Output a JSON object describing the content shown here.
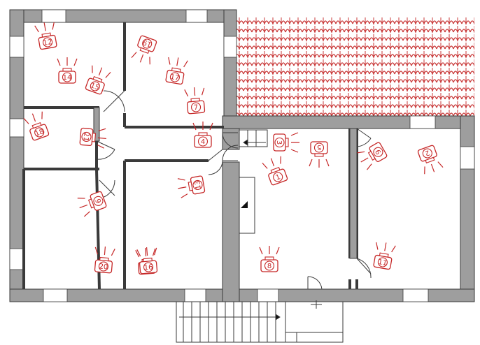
{
  "colors": {
    "wall": "#9e9e9e",
    "wall_edge": "#3a3a3a",
    "camera": "#c62828",
    "roof": "#c93a3a"
  },
  "camera_icon": "camera-icon",
  "cameras": [
    {
      "id": "c1",
      "label": "1"
    },
    {
      "id": "c2",
      "label": "2"
    },
    {
      "id": "c3",
      "label": "3"
    },
    {
      "id": "c4",
      "label": "4"
    },
    {
      "id": "c5",
      "label": "5"
    },
    {
      "id": "c6",
      "label": "6"
    },
    {
      "id": "c7",
      "label": "7"
    },
    {
      "id": "c8",
      "label": "8"
    },
    {
      "id": "c9",
      "label": "9"
    },
    {
      "id": "c10",
      "label": "10"
    },
    {
      "id": "c11",
      "label": "11"
    },
    {
      "id": "c12",
      "label": "12"
    },
    {
      "id": "c13",
      "label": "13"
    },
    {
      "id": "c14",
      "label": "14"
    },
    {
      "id": "c15",
      "label": "15"
    },
    {
      "id": "c16",
      "label": "16"
    },
    {
      "id": "c17",
      "label": "17"
    },
    {
      "id": "c18",
      "label": "18"
    },
    {
      "id": "c19",
      "label": "19"
    },
    {
      "id": "c20",
      "label": "20"
    },
    {
      "id": "c21",
      "label": "21"
    }
  ]
}
